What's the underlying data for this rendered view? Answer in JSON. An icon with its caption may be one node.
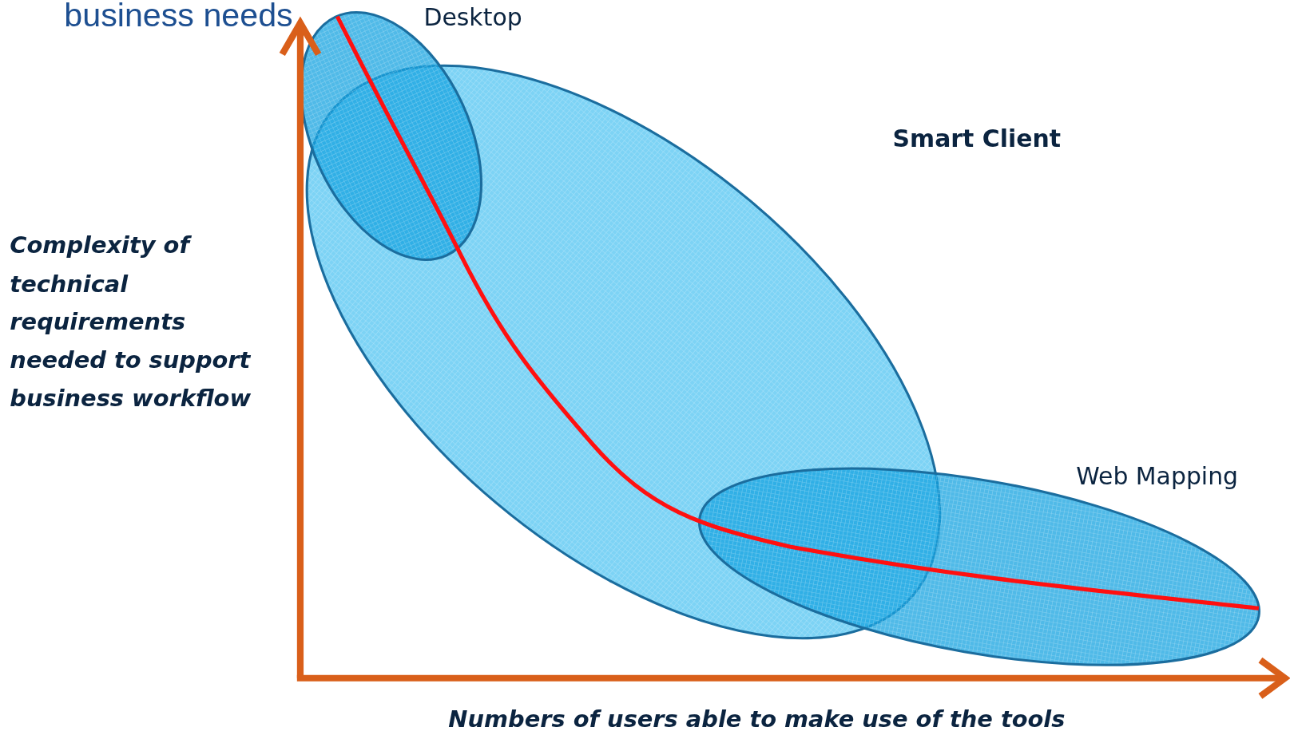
{
  "diagram": {
    "title": "business needs",
    "nodes": [
      {
        "text": [
          "Desktop"
        ]
      },
      {
        "text": [
          "Smart Client"
        ]
      },
      {
        "text": [
          "Web Mapping"
        ]
      }
    ],
    "labels": [
      "Complexity of technical requirements needed to support business workflow",
      "Numbers of users able to make use of the tools"
    ]
  }
}
